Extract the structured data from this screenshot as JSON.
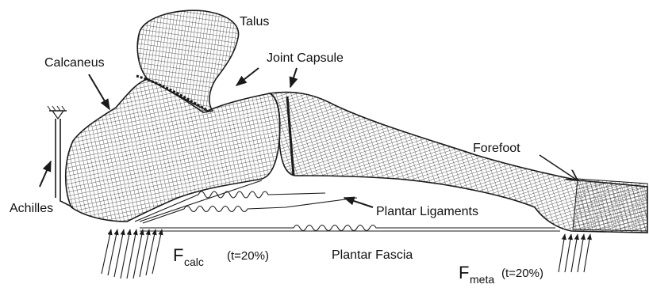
{
  "labels": {
    "talus": "Talus",
    "calcaneus": "Calcaneus",
    "joint_capsule": "Joint Capsule",
    "forefoot": "Forefoot",
    "achilles": "Achilles",
    "plantar_ligaments": "Plantar Ligaments",
    "plantar_fascia": "Plantar Fascia"
  },
  "forces": {
    "calc_main": "F",
    "calc_sub": "calc",
    "calc_time": "(t=20%)",
    "meta_main": "F",
    "meta_sub": "meta",
    "meta_time": "(t=20%)"
  },
  "colors": {
    "line": "#1a1a1a",
    "mesh": "#2b2b2b",
    "background": "#ffffff"
  },
  "icons": {
    "fixed_support": "ground-hatch-icon"
  }
}
